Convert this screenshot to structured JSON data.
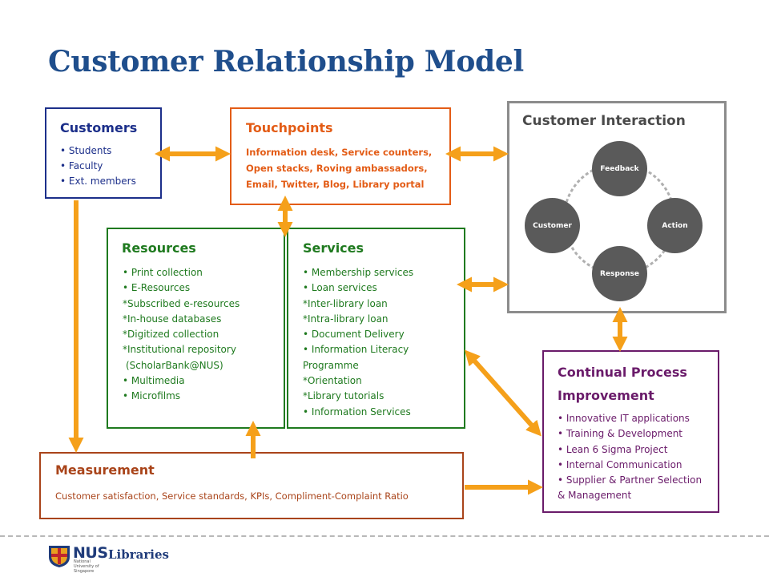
{
  "title": "Customer Relationship Model",
  "customers": {
    "heading": "Customers",
    "items": [
      "Students",
      "Faculty",
      "Ext. members"
    ]
  },
  "touchpoints": {
    "heading": "Touchpoints",
    "lines": [
      "Information desk, Service counters,",
      "Open stacks, Roving  ambassadors,",
      "Email, Twitter, Blog, Library portal"
    ]
  },
  "interaction": {
    "heading": "Customer Interaction",
    "nodes": {
      "feedback": "Feedback",
      "action": "Action",
      "response": "Response",
      "customer": "Customer"
    }
  },
  "resources": {
    "heading": "Resources",
    "lines": [
      "• Print collection",
      "• E-Resources",
      "*Subscribed e-resources",
      "*In-house databases",
      "*Digitized collection",
      "*Institutional  repository",
      "(ScholarBank@NUS)",
      "• Multimedia",
      "• Microfilms"
    ]
  },
  "services": {
    "heading": "Services",
    "lines": [
      "• Membership services",
      "• Loan services",
      "*Inter-library loan",
      "*Intra-library loan",
      "• Document Delivery",
      "• Information Literacy",
      "Programme",
      "*Orientation",
      "*Library tutorials",
      "• Information Services"
    ]
  },
  "measurement": {
    "heading": "Measurement",
    "text": "Customer satisfaction, Service standards, KPIs,  Compliment-Complaint Ratio"
  },
  "cpi": {
    "heading_line1": "Continual Process",
    "heading_line2": "Improvement",
    "lines": [
      "• Innovative IT applications",
      "• Training & Development",
      "• Lean 6 Sigma Project",
      "• Internal Communication",
      "• Supplier & Partner Selection",
      "& Management"
    ]
  },
  "footer": {
    "logo_text": "NUS",
    "logo_sub": "National University of Singapore",
    "libraries": "Libraries"
  },
  "colors": {
    "title": "#1f4e8c",
    "customers": "#1c2f8a",
    "touchpoints": "#e35c16",
    "resources": "#1f7a1f",
    "measurement": "#a9441a",
    "cpi": "#6a1b6a",
    "arrow": "#f5a01a",
    "node": "#5a5a5a"
  }
}
